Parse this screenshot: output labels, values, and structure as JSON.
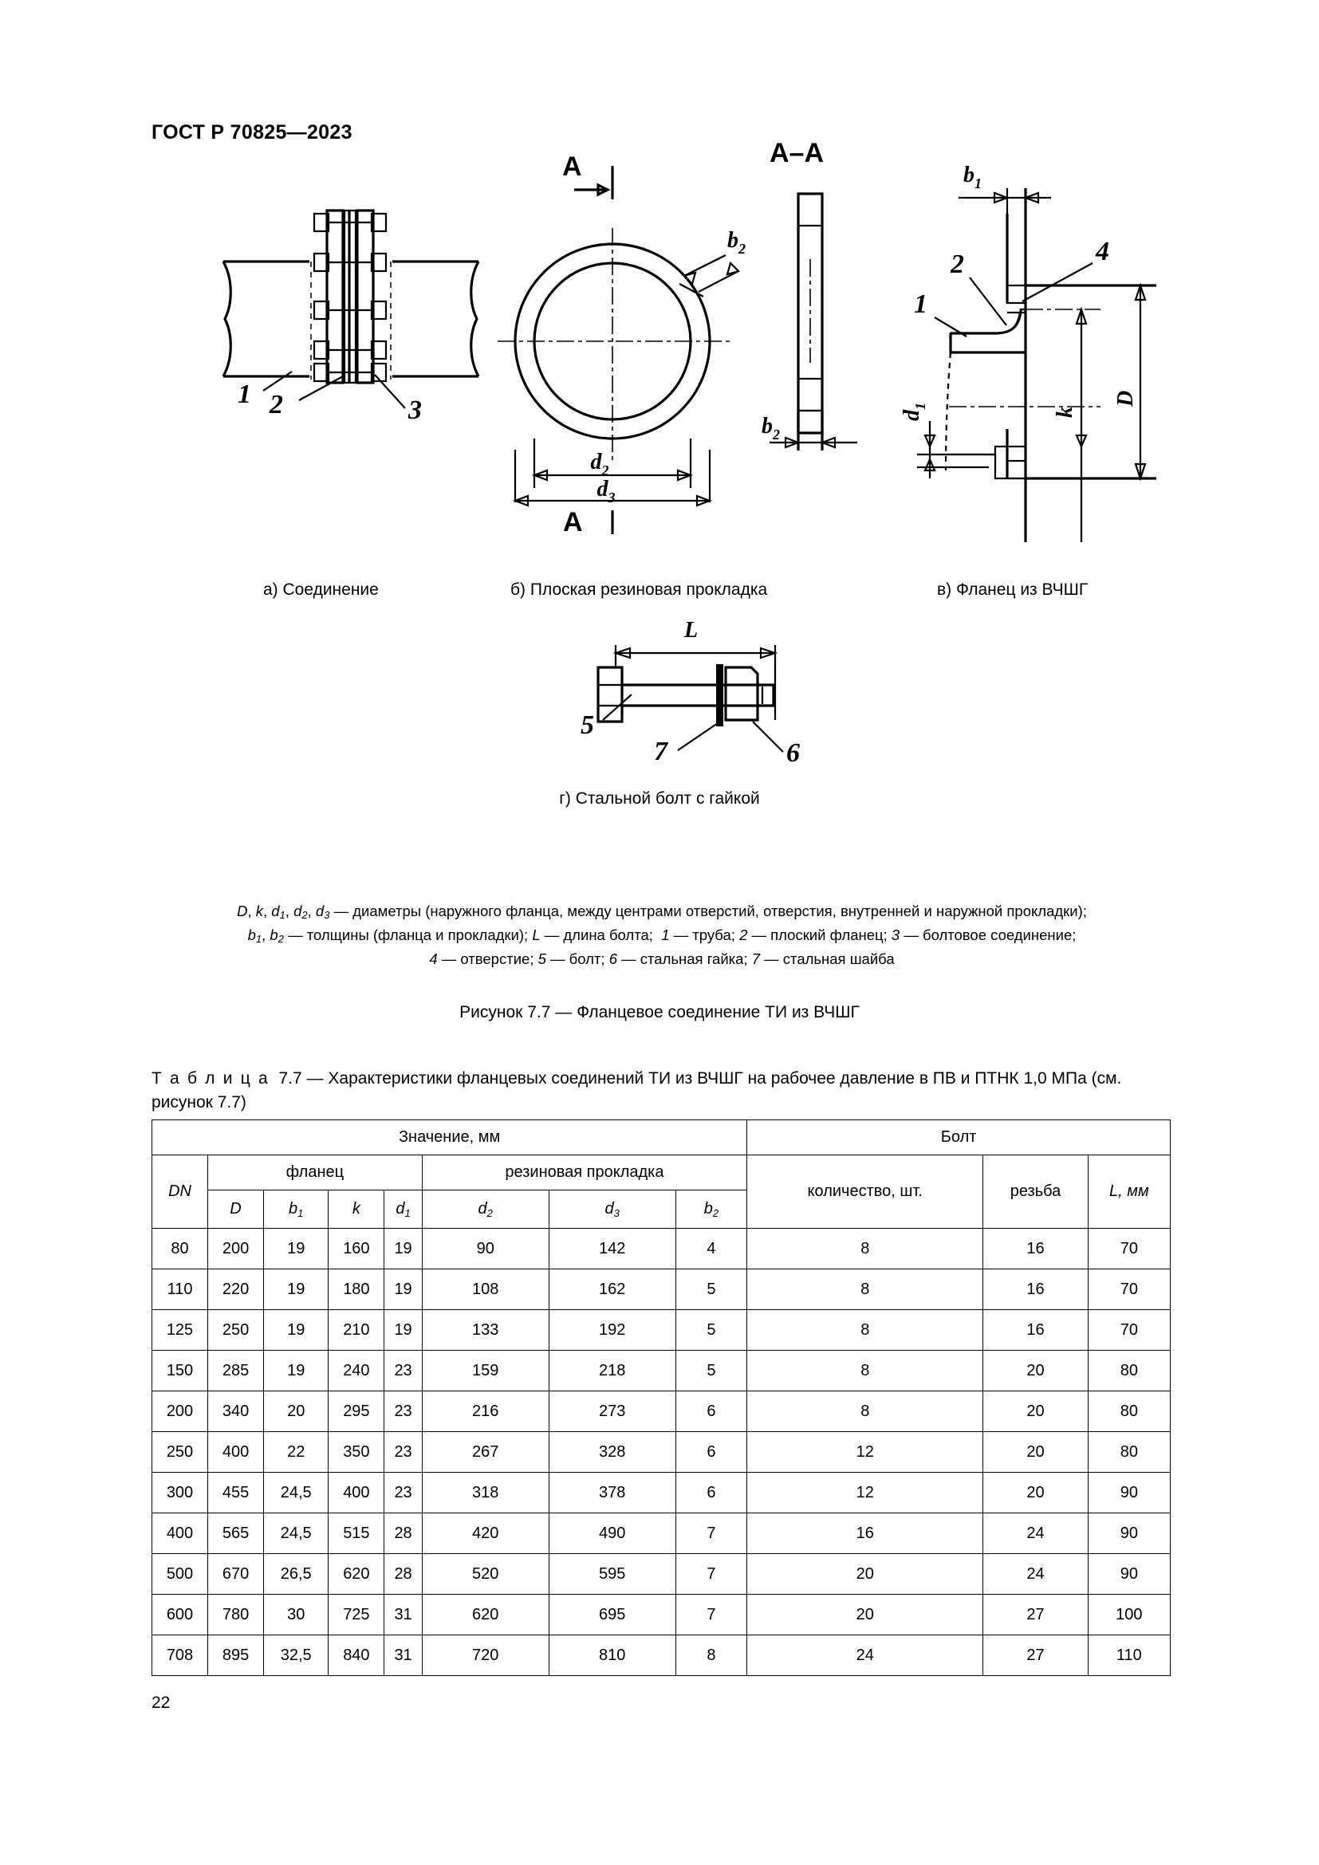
{
  "header": {
    "standard_number": "ГОСТ Р 70825—2023"
  },
  "page_number": "22",
  "figure": {
    "captions": [
      {
        "key": "a",
        "text": "а) Соединение"
      },
      {
        "key": "b",
        "text": "б) Плоская резиновая прокладка"
      },
      {
        "key": "v",
        "text": "в) Фланец из ВЧШГ"
      },
      {
        "key": "g",
        "text": "г) Стальной болт с гайкой"
      }
    ],
    "section_marks": {
      "top": "A",
      "bottom": "A",
      "view": "A–A"
    },
    "callouts": [
      "1",
      "2",
      "3",
      "4",
      "5",
      "6",
      "7"
    ],
    "dimension_labels": [
      "b",
      "b",
      "d",
      "d",
      "d",
      "k",
      "D",
      "L"
    ],
    "dim_b1": "b",
    "dim_b1_sub": "1",
    "dim_b2": "b",
    "dim_b2_sub": "2",
    "dim_d1": "d",
    "dim_d1_sub": "1",
    "dim_d2": "d",
    "dim_d2_sub": "2",
    "dim_d3": "d",
    "dim_d3_sub": "3",
    "dim_k": "k",
    "dim_D": "D",
    "dim_L": "L",
    "legend_line1_prefix": "D, k, d",
    "legend": {
      "line1": "D, k, d1, d2, d3 — диаметры (наружного фланца, между центрами отверстий, отверстия, внутренней и наружной прокладки);",
      "line2": "b1, b2 — толщины (фланца и прокладки); L — длина болта;  1 — труба; 2 — плоский фланец; 3 — болтовое соединение;",
      "line3": "4 — отверстие; 5 — болт; 6 — стальная гайка; 7 — стальная шайба"
    },
    "title": "Рисунок 7.7 — Фланцевое соединение ТИ из ВЧШГ"
  },
  "table": {
    "caption_label": "Т а б л и ц а",
    "caption_number": "7.7",
    "caption_text": "— Характеристики фланцевых соединений ТИ из ВЧШГ на рабочее давление в ПВ и ПТНК 1,0 МПа (см. рисунок 7.7)",
    "headers": {
      "value_group": "Значение, мм",
      "bolt_group": "Болт",
      "dn": "DN",
      "flange_group": "фланец",
      "gasket_group": "резиновая прокладка",
      "quantity": "количество, шт.",
      "thread": "резьба",
      "length": "L, мм",
      "cols": [
        "D",
        "b",
        "k",
        "d",
        "d",
        "d",
        "b"
      ],
      "col_D": "D",
      "col_b1": "b",
      "col_b1_sub": "1",
      "col_k": "k",
      "col_d1": "d",
      "col_d1_sub": "1",
      "col_d2": "d",
      "col_d2_sub": "2",
      "col_d3": "d",
      "col_d3_sub": "3",
      "col_b2": "b",
      "col_b2_sub": "2"
    },
    "rows": [
      {
        "dn": "80",
        "D": "200",
        "b1": "19",
        "k": "160",
        "d1": "19",
        "d2": "90",
        "d3": "142",
        "b2": "4",
        "qty": "8",
        "thread": "16",
        "L": "70"
      },
      {
        "dn": "110",
        "D": "220",
        "b1": "19",
        "k": "180",
        "d1": "19",
        "d2": "108",
        "d3": "162",
        "b2": "5",
        "qty": "8",
        "thread": "16",
        "L": "70"
      },
      {
        "dn": "125",
        "D": "250",
        "b1": "19",
        "k": "210",
        "d1": "19",
        "d2": "133",
        "d3": "192",
        "b2": "5",
        "qty": "8",
        "thread": "16",
        "L": "70"
      },
      {
        "dn": "150",
        "D": "285",
        "b1": "19",
        "k": "240",
        "d1": "23",
        "d2": "159",
        "d3": "218",
        "b2": "5",
        "qty": "8",
        "thread": "20",
        "L": "80"
      },
      {
        "dn": "200",
        "D": "340",
        "b1": "20",
        "k": "295",
        "d1": "23",
        "d2": "216",
        "d3": "273",
        "b2": "6",
        "qty": "8",
        "thread": "20",
        "L": "80"
      },
      {
        "dn": "250",
        "D": "400",
        "b1": "22",
        "k": "350",
        "d1": "23",
        "d2": "267",
        "d3": "328",
        "b2": "6",
        "qty": "12",
        "thread": "20",
        "L": "80"
      },
      {
        "dn": "300",
        "D": "455",
        "b1": "24,5",
        "k": "400",
        "d1": "23",
        "d2": "318",
        "d3": "378",
        "b2": "6",
        "qty": "12",
        "thread": "20",
        "L": "90"
      },
      {
        "dn": "400",
        "D": "565",
        "b1": "24,5",
        "k": "515",
        "d1": "28",
        "d2": "420",
        "d3": "490",
        "b2": "7",
        "qty": "16",
        "thread": "24",
        "L": "90"
      },
      {
        "dn": "500",
        "D": "670",
        "b1": "26,5",
        "k": "620",
        "d1": "28",
        "d2": "520",
        "d3": "595",
        "b2": "7",
        "qty": "20",
        "thread": "24",
        "L": "90"
      },
      {
        "dn": "600",
        "D": "780",
        "b1": "30",
        "k": "725",
        "d1": "31",
        "d2": "620",
        "d3": "695",
        "b2": "7",
        "qty": "20",
        "thread": "27",
        "L": "100"
      },
      {
        "dn": "708",
        "D": "895",
        "b1": "32,5",
        "k": "840",
        "d1": "31",
        "d2": "720",
        "d3": "810",
        "b2": "8",
        "qty": "24",
        "thread": "27",
        "L": "110"
      }
    ]
  }
}
